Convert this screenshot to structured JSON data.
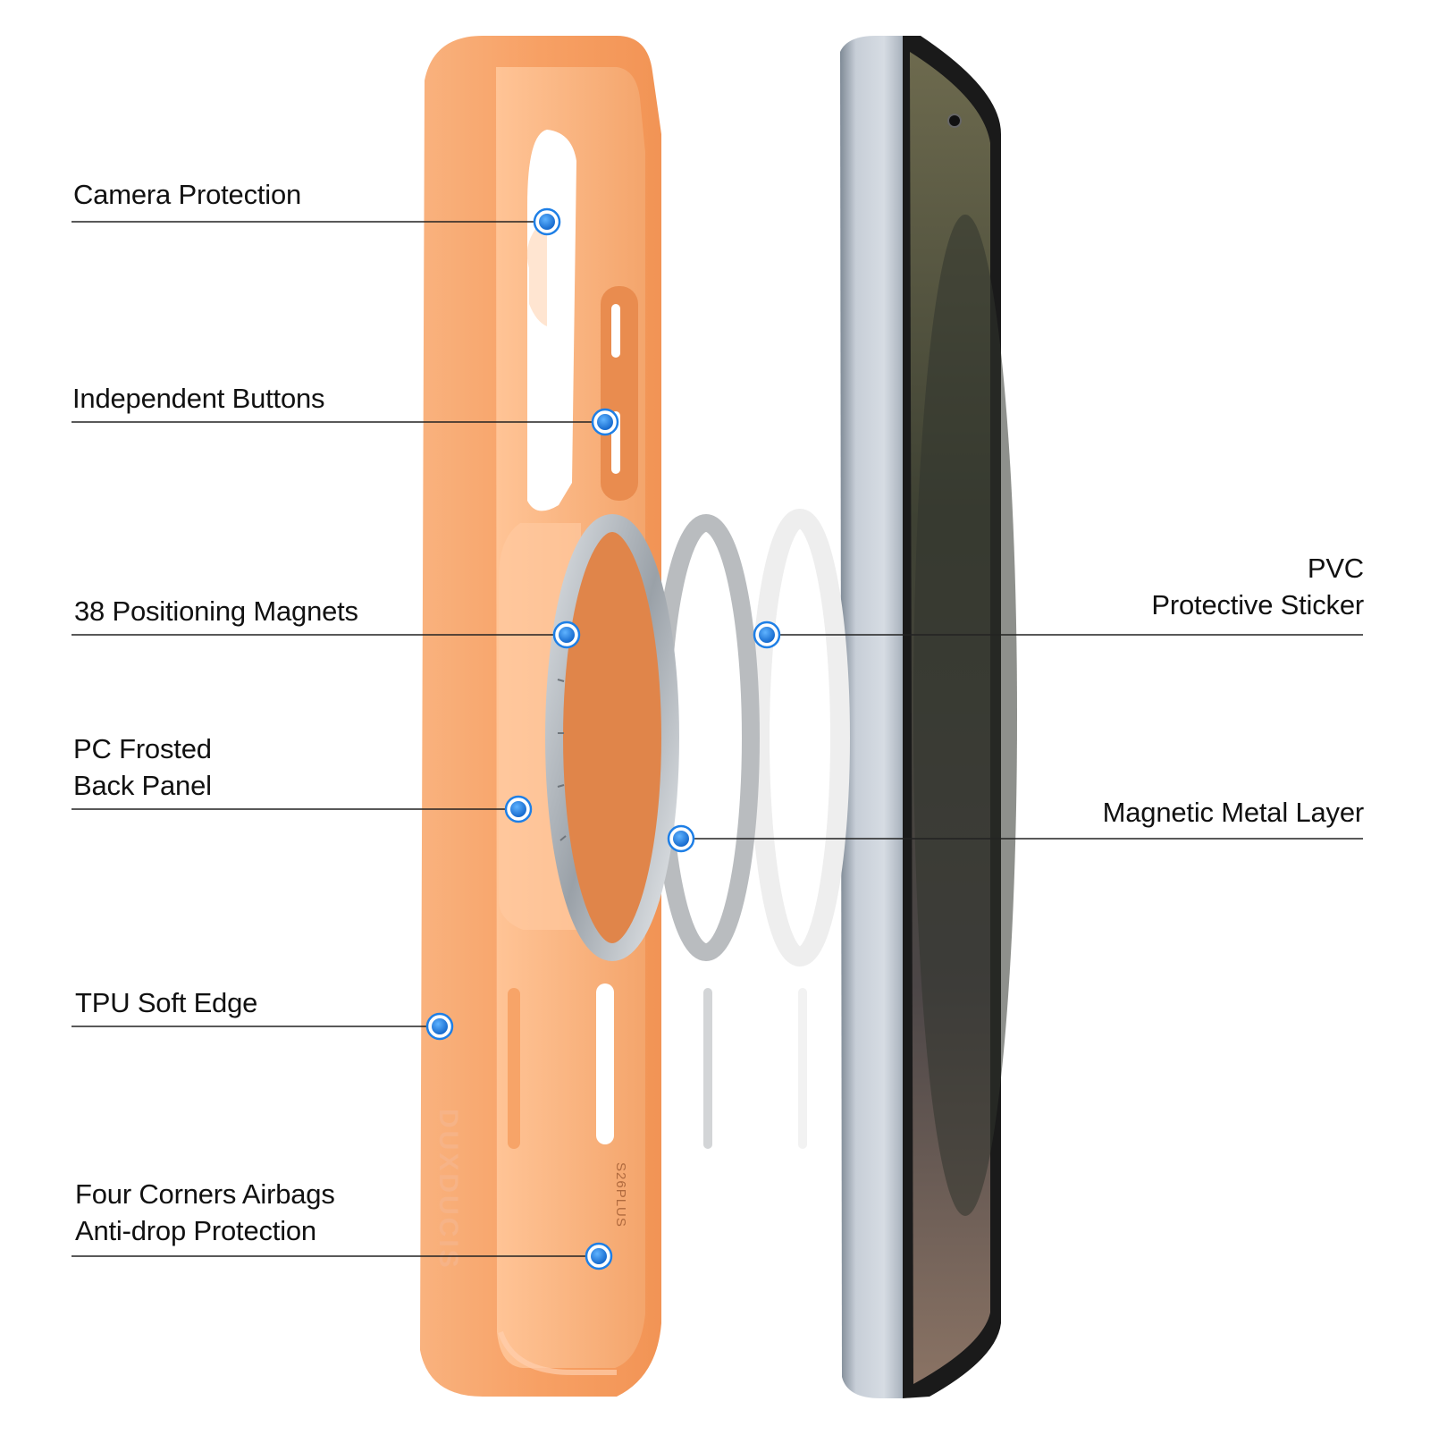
{
  "colors": {
    "case_orange": "#f7a46c",
    "case_orange_dark": "#e7894c",
    "case_inner": "#fcb888",
    "metal": "#c9d0d8",
    "screen": "#3f4139",
    "marker_blue": "#1e7fe6",
    "leader_line": "#222222"
  },
  "case": {
    "brand_text": "DUXDUCIS",
    "model_text": "S26PLUS"
  },
  "callouts_left": [
    {
      "id": "camera-protection",
      "lines": [
        "Camera Protection"
      ]
    },
    {
      "id": "independent-buttons",
      "lines": [
        "Independent Buttons"
      ]
    },
    {
      "id": "positioning-magnets",
      "lines": [
        "38 Positioning Magnets"
      ]
    },
    {
      "id": "pc-frosted-back-panel",
      "lines": [
        "PC Frosted",
        "Back Panel"
      ]
    },
    {
      "id": "tpu-soft-edge",
      "lines": [
        "TPU Soft Edge"
      ]
    },
    {
      "id": "four-corners-airbags",
      "lines": [
        "Four Corners Airbags",
        "Anti-drop Protection"
      ]
    }
  ],
  "callouts_right": [
    {
      "id": "pvc-protective-sticker",
      "lines": [
        "PVC",
        "Protective Sticker"
      ]
    },
    {
      "id": "magnetic-metal-layer",
      "lines": [
        "Magnetic Metal Layer"
      ]
    }
  ],
  "icons": {
    "marker": "callout-dot-icon"
  }
}
